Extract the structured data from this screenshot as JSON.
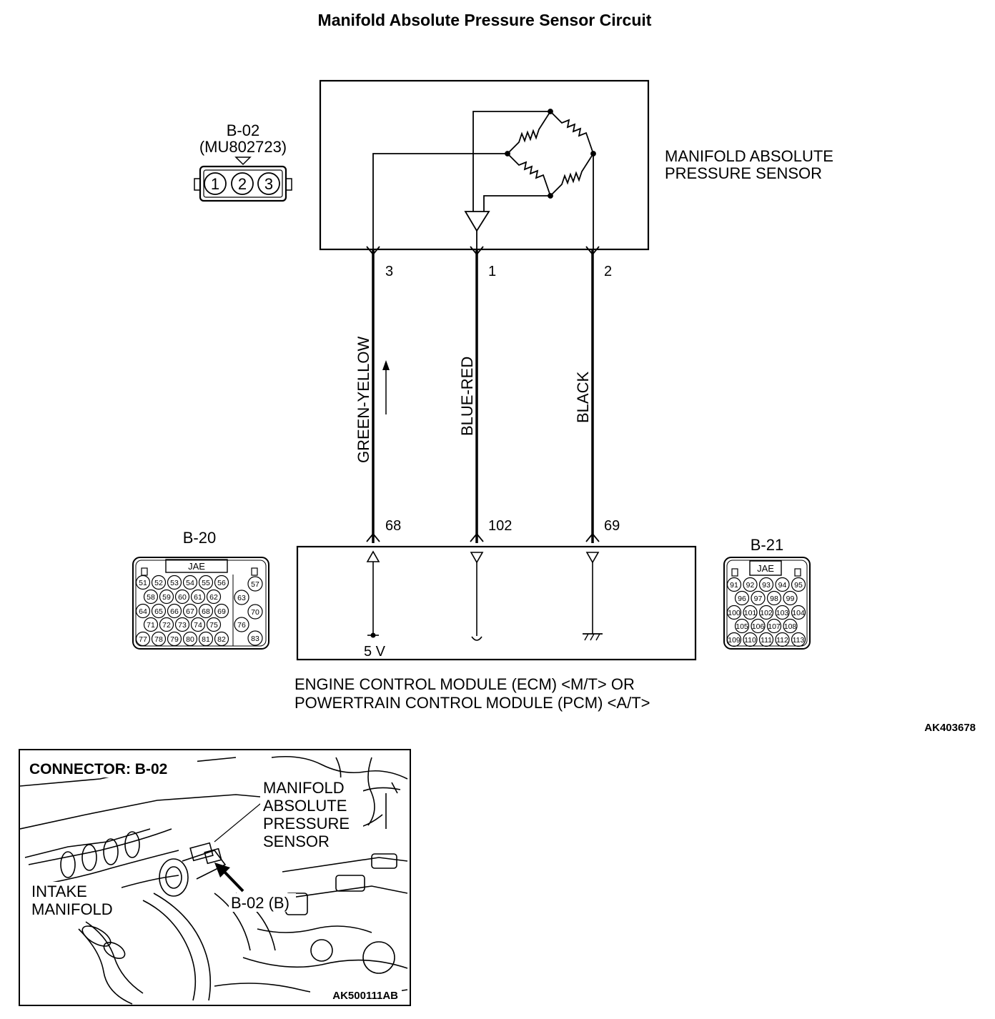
{
  "title": "Manifold Absolute Pressure Sensor Circuit",
  "sensor_connector": {
    "id": "B-02",
    "part_no": "(MU802723)",
    "pins": [
      "1",
      "2",
      "3"
    ]
  },
  "sensor_label": [
    "MANIFOLD ABSOLUTE",
    "PRESSURE SENSOR"
  ],
  "wires": [
    {
      "sensor_pin": "3",
      "color": "GREEN-YELLOW",
      "module_pin": "68"
    },
    {
      "sensor_pin": "1",
      "color": "BLUE-RED",
      "module_pin": "102"
    },
    {
      "sensor_pin": "2",
      "color": "BLACK",
      "module_pin": "69"
    }
  ],
  "supply_label": "5 V",
  "module_label": [
    "ENGINE CONTROL MODULE (ECM) <M/T> OR",
    "POWERTRAIN CONTROL MODULE (PCM) <A/T>"
  ],
  "connector_b20": {
    "id": "B-20",
    "maker": "JAE",
    "rows": [
      [
        "51",
        "52",
        "53",
        "54",
        "55",
        "56"
      ],
      [
        "58",
        "59",
        "60",
        "61",
        "62"
      ],
      [
        "64",
        "65",
        "66",
        "67",
        "68",
        "69"
      ],
      [
        "71",
        "72",
        "73",
        "74",
        "75"
      ],
      [
        "77",
        "78",
        "79",
        "80",
        "81",
        "82"
      ]
    ],
    "side": [
      "57",
      "63",
      "70",
      "76",
      "83"
    ]
  },
  "connector_b21": {
    "id": "B-21",
    "maker": "JAE",
    "rows": [
      [
        "91",
        "92",
        "93",
        "94",
        "95"
      ],
      [
        "96",
        "97",
        "98",
        "99"
      ],
      [
        "100",
        "101",
        "102",
        "103",
        "104"
      ],
      [
        "105",
        "106",
        "107",
        "108"
      ],
      [
        "109",
        "110",
        "111",
        "112",
        "113"
      ]
    ]
  },
  "diagram_code": "AK403678",
  "inset": {
    "title": "CONNECTOR: B-02",
    "component_label": [
      "MANIFOLD",
      "ABSOLUTE",
      "PRESSURE",
      "SENSOR"
    ],
    "intake_label": [
      "INTAKE",
      "MANIFOLD"
    ],
    "connector_callout": "B-02 (B)",
    "code": "AK500111AB"
  }
}
